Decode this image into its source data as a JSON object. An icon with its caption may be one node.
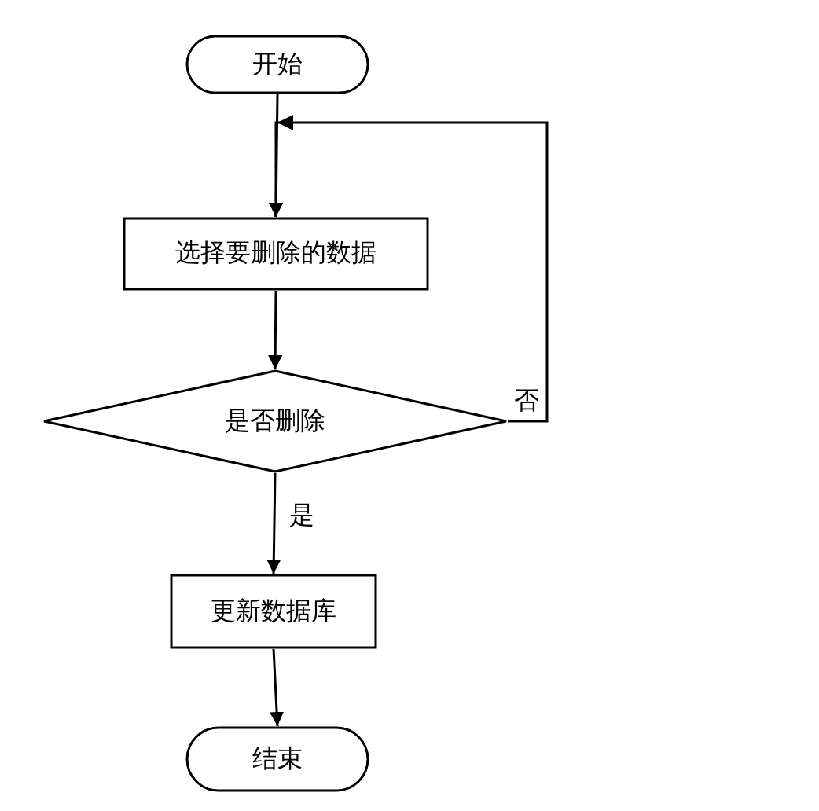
{
  "diagram": {
    "nodes": [
      {
        "text": [
          "开始"
        ]
      },
      {
        "text": [
          "选择要删除的数据"
        ]
      },
      {
        "text": [
          "是否删除"
        ]
      },
      {
        "text": [
          "更新数据库"
        ]
      },
      {
        "text": [
          "结束"
        ]
      }
    ],
    "edges": [
      {
        "from": 0,
        "to": 1,
        "arrow": "to"
      },
      {
        "from": 1,
        "to": 2,
        "arrow": "to"
      },
      {
        "from": 2,
        "to": 1,
        "arrow": "to",
        "label": "否"
      },
      {
        "from": 2,
        "to": 3,
        "arrow": "to",
        "label": "是"
      },
      {
        "from": 3,
        "to": 4,
        "arrow": "to"
      }
    ]
  }
}
